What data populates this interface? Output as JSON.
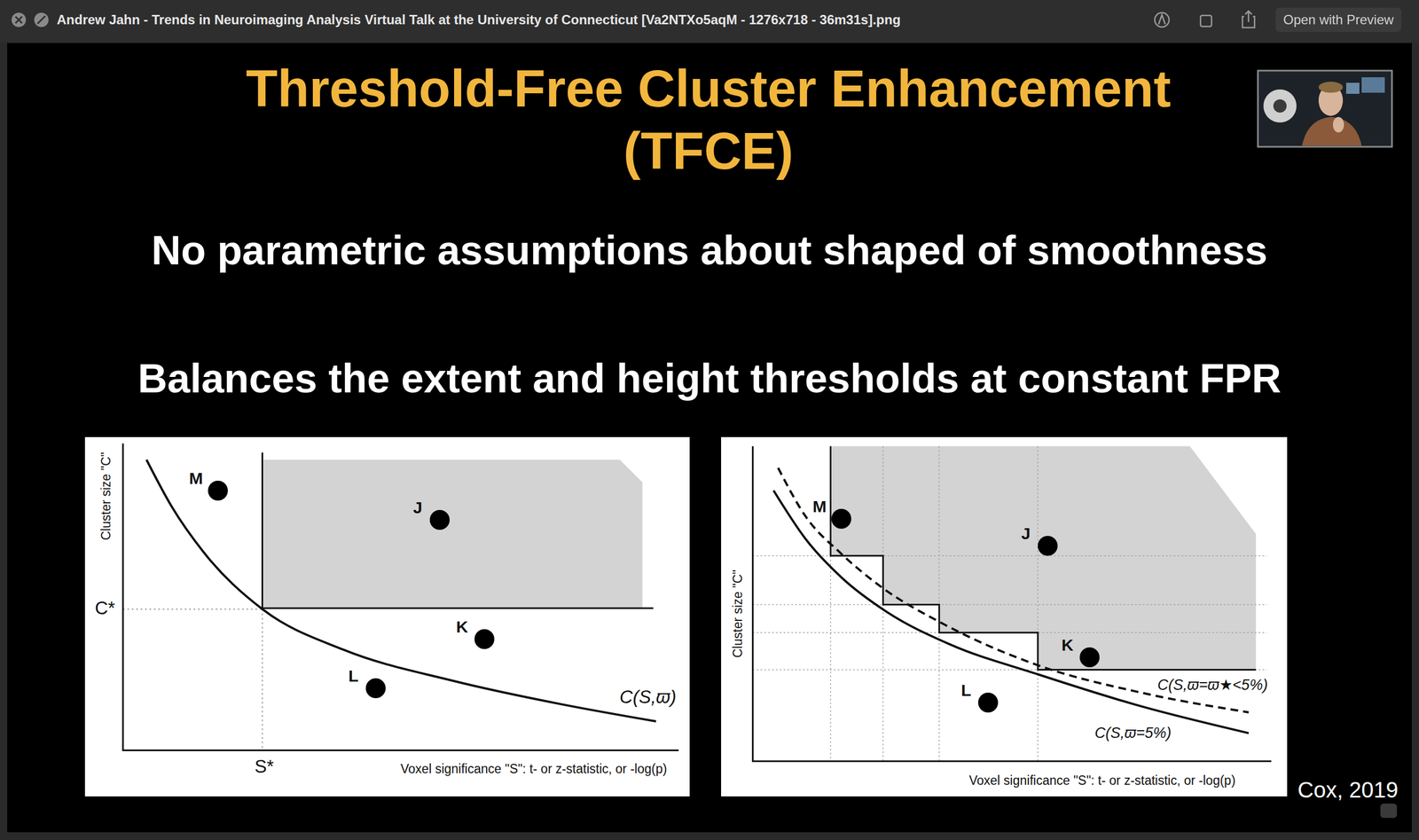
{
  "diagram": {
    "title": "Threshold-Free Cluster Enhancement (TFCE)",
    "nodes": [
      {
        "text": [
          "Open with Preview"
        ]
      },
      {
        "text": [
          "Cluster size \"C\"",
          "C*",
          "S*",
          "C(S,ϖ)",
          "Voxel significance \"S\": t- or z-statistic, or -log(p)"
        ]
      },
      {
        "text": [
          "M"
        ],
        "in": 1
      },
      {
        "text": [
          "J"
        ],
        "in": 1
      },
      {
        "text": [
          "K"
        ],
        "in": 1
      },
      {
        "text": [
          "L"
        ],
        "in": 1
      },
      {
        "text": [
          "Cluster size \"C\"",
          "C(S,ϖ=ϖ★<5%)",
          "C(S,ϖ=5%)",
          "Voxel significance \"S\": t- or z-statistic, or -log(p)"
        ]
      },
      {
        "text": [
          "M"
        ],
        "in": 6
      },
      {
        "text": [
          "J"
        ],
        "in": 6
      },
      {
        "text": [
          "K"
        ],
        "in": 6
      },
      {
        "text": [
          "L"
        ],
        "in": 6
      }
    ],
    "labels": [
      "Andrew Jahn - Trends in Neuroimaging Analysis Virtual Talk at the University of Connecticut [Va2NTXo5aqM - 1276x718 - 36m31s].png",
      "No parametric assumptions about shaped of smoothness",
      "Balances the extent and height thresholds at constant FPR",
      "Cox, 2019"
    ]
  }
}
